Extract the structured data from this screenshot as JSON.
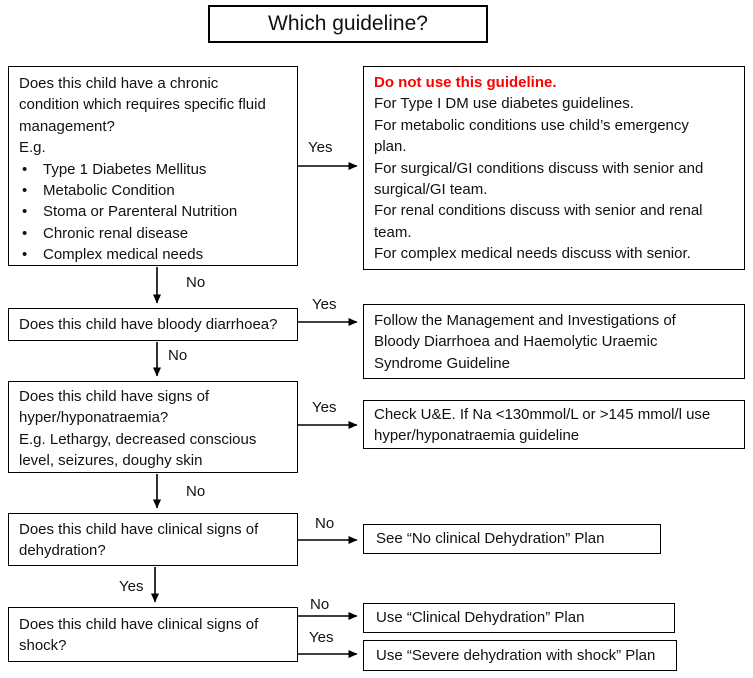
{
  "title": "Which guideline?",
  "bullet_glyph": "•",
  "colors": {
    "warning_text": "#FF0000",
    "line": "#000000",
    "background": "#FFFFFF"
  },
  "questions": [
    {
      "text": "Does this child have a chronic\ncondition which requires specific fluid\nmanagement?",
      "eg_label": "E.g.",
      "bullets": [
        "Type 1 Diabetes Mellitus",
        "Metabolic Condition",
        "Stoma or Parenteral Nutrition",
        "Chronic renal disease",
        "Complex medical needs"
      ]
    },
    {
      "text": "Does this child have bloody diarrhoea?"
    },
    {
      "text": "Does this child have signs of\nhyper/hyponatraemia?\nE.g. Lethargy, decreased conscious\nlevel, seizures, doughy skin"
    },
    {
      "text": "Does this child have clinical signs of\ndehydration?"
    },
    {
      "text": "Does this child have clinical signs of\nshock?"
    }
  ],
  "outcomes": [
    {
      "heading": "Do not use this guideline.",
      "lines": [
        "For Type I DM use diabetes guidelines.",
        "For metabolic conditions use child’s emergency\nplan.",
        "For surgical/GI conditions discuss with senior and\nsurgical/GI team.",
        "For renal conditions discuss with senior and renal\nteam.",
        "For complex medical needs discuss with senior."
      ]
    },
    {
      "text": "Follow the Management and Investigations of\nBloody Diarrhoea and Haemolytic Uraemic\nSyndrome Guideline"
    },
    {
      "text": "Check U&E. If Na <130mmol/L or >145 mmol/l use\nhyper/hyponatraemia guideline"
    },
    {
      "text": "See “No clinical Dehydration” Plan"
    },
    {
      "text": "Use “Clinical Dehydration” Plan"
    },
    {
      "text": "Use “Severe dehydration with shock” Plan"
    }
  ],
  "edge_labels": {
    "q1_yes": "Yes",
    "q1_no": "No",
    "q2_yes": "Yes",
    "q2_no": "No",
    "q3_yes": "Yes",
    "q3_no": "No",
    "q4_no": "No",
    "q4_yes": "Yes",
    "q5_no": "No",
    "q5_yes": "Yes"
  }
}
